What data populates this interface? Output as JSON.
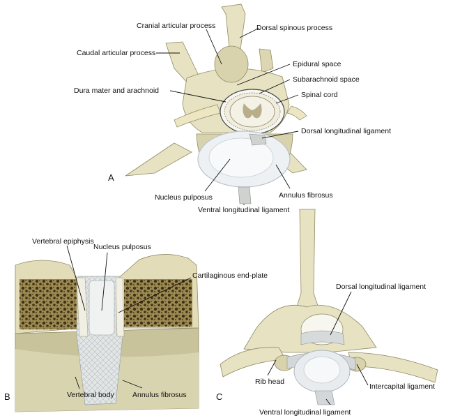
{
  "panels": {
    "a": {
      "letter": "A",
      "labels": {
        "cranial_articular_process": "Cranial articular process",
        "dorsal_spinous_process": "Dorsal spinous process",
        "caudal_articular_process": "Caudal articular process",
        "epidural_space": "Epidural space",
        "subarachnoid_space": "Subarachnoid space",
        "dura_mater_and_arachnoid": "Dura mater and arachnoid",
        "spinal_cord": "Spinal cord",
        "dorsal_longitudinal_ligament": "Dorsal longitudinal ligament",
        "nucleus_pulposus": "Nucleus pulposus",
        "annulus_fibrosus": "Annulus fibrosus",
        "ventral_longitudinal_ligament": "Ventral longitudinal ligament"
      }
    },
    "b": {
      "letter": "B",
      "labels": {
        "vertebral_epiphysis": "Vertebral epiphysis",
        "nucleus_pulposus": "Nucleus pulposus",
        "cartilaginous_end_plate": "Cartilaginous end-plate",
        "vertebral_body": "Vertebral body",
        "annulus_fibrosus": "Annulus fibrosus"
      }
    },
    "c": {
      "letter": "C",
      "labels": {
        "dorsal_longitudinal_ligament": "Dorsal longitudinal ligament",
        "rib_head": "Rib head",
        "intercapital_ligament": "Intercapital ligament",
        "ventral_longitudinal_ligament": "Ventral longitudinal ligament"
      }
    }
  },
  "colors": {
    "bone": "#e6e2c2",
    "bone_shadow": "#b9b48c",
    "bone_dark": "#8f8a62",
    "disc": "#eef1f3",
    "disc_shadow": "#b8c2cb",
    "cord_white": "#f4f1e6",
    "cord_grey": "#b9ae8a",
    "cancellous": "#6b5a2e"
  }
}
